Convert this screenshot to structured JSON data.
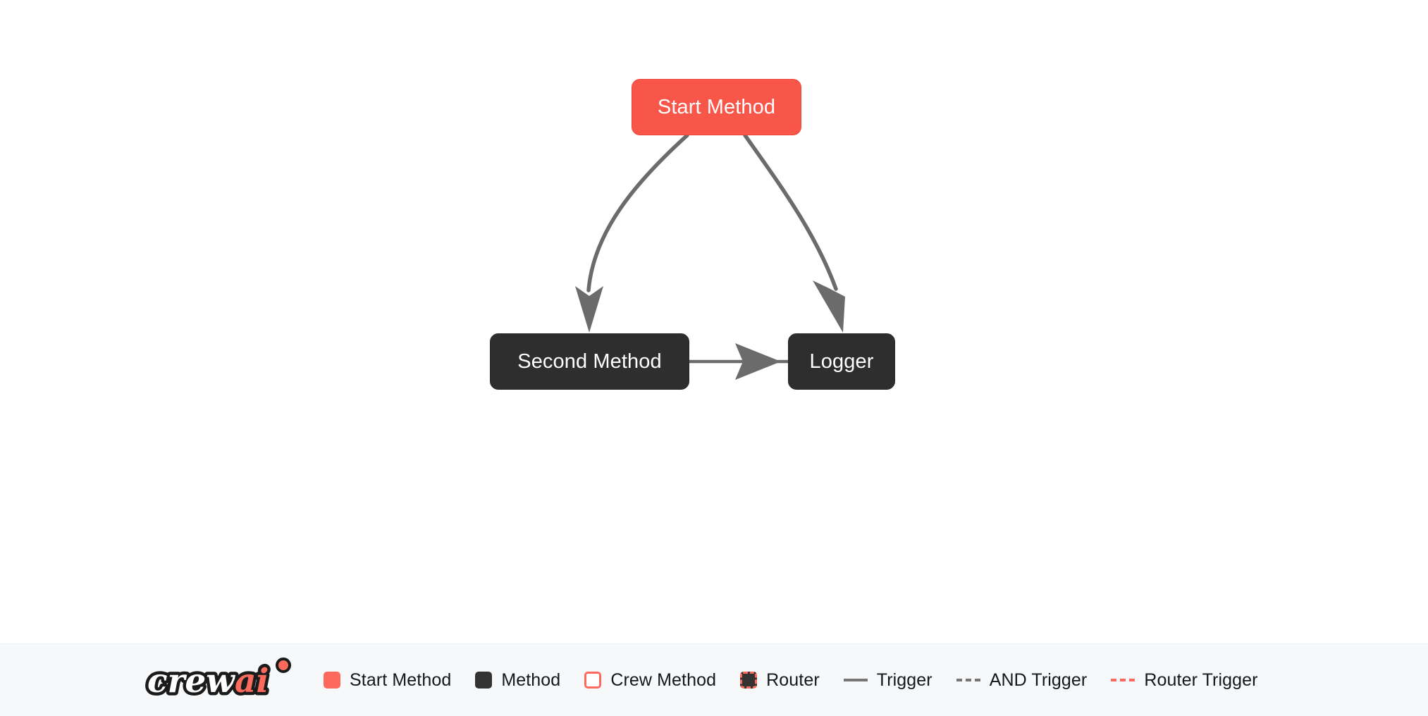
{
  "canvas": {
    "background": "#ffffff",
    "nodes": [
      {
        "id": "start-method",
        "label": "Start Method",
        "type": "start",
        "color": "#f9564a",
        "text_color": "#ffffff"
      },
      {
        "id": "second-method",
        "label": "Second Method",
        "type": "method",
        "color": "#2e2e2e",
        "text_color": "#ffffff"
      },
      {
        "id": "logger",
        "label": "Logger",
        "type": "method",
        "color": "#2e2e2e",
        "text_color": "#ffffff"
      }
    ],
    "edges": [
      {
        "from": "start-method",
        "to": "second-method",
        "style": "trigger",
        "color": "#6b6b6b",
        "shape": "curved"
      },
      {
        "from": "start-method",
        "to": "logger",
        "style": "trigger",
        "color": "#6b6b6b",
        "shape": "curved"
      },
      {
        "from": "second-method",
        "to": "logger",
        "style": "trigger",
        "color": "#6b6b6b",
        "shape": "straight"
      }
    ]
  },
  "legend": {
    "logo": {
      "name": "crewai-logo",
      "text_primary": "crew",
      "text_accent": "ai",
      "primary_color": "#ffffff",
      "accent_color": "#fb6a5d",
      "outline_color": "#1b1b1b"
    },
    "items": [
      {
        "label": "Start Method",
        "marker": "swatch",
        "kind": "start",
        "color": "#fb6a5d"
      },
      {
        "label": "Method",
        "marker": "swatch",
        "kind": "method",
        "color": "#333333"
      },
      {
        "label": "Crew Method",
        "marker": "swatch",
        "kind": "crew",
        "color": "#ffffff",
        "border_color": "#fb6a5d"
      },
      {
        "label": "Router",
        "marker": "swatch",
        "kind": "router",
        "color": "#333333",
        "border_color": "#fb6a5d"
      },
      {
        "label": "Trigger",
        "marker": "line",
        "kind": "trigger",
        "color": "#767676"
      },
      {
        "label": "AND Trigger",
        "marker": "line",
        "kind": "and-trigger",
        "color": "#767676"
      },
      {
        "label": "Router Trigger",
        "marker": "line",
        "kind": "router",
        "color": "#fb6a5d"
      }
    ]
  }
}
